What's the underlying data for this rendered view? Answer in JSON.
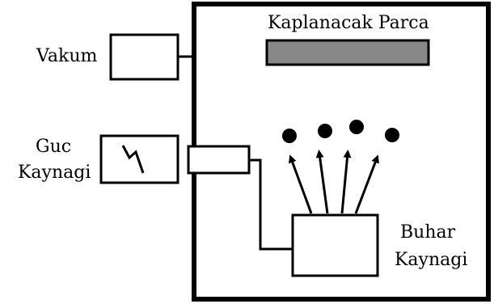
{
  "labels": {
    "vacuum": "Vakum",
    "power_source_line1": "Guc",
    "power_source_line2": "Kaynagi",
    "substrate": "Kaplanacak Parca",
    "vapor_source_line1": "Buhar",
    "vapor_source_line2": "Kaynagi"
  },
  "colors": {
    "line": "#000000",
    "substrate_fill": "#888888",
    "background": "#ffffff"
  },
  "icons": {
    "power": "lightning-bolt-icon",
    "particles": "vapor-particle-dot",
    "flow": "up-arrow"
  }
}
